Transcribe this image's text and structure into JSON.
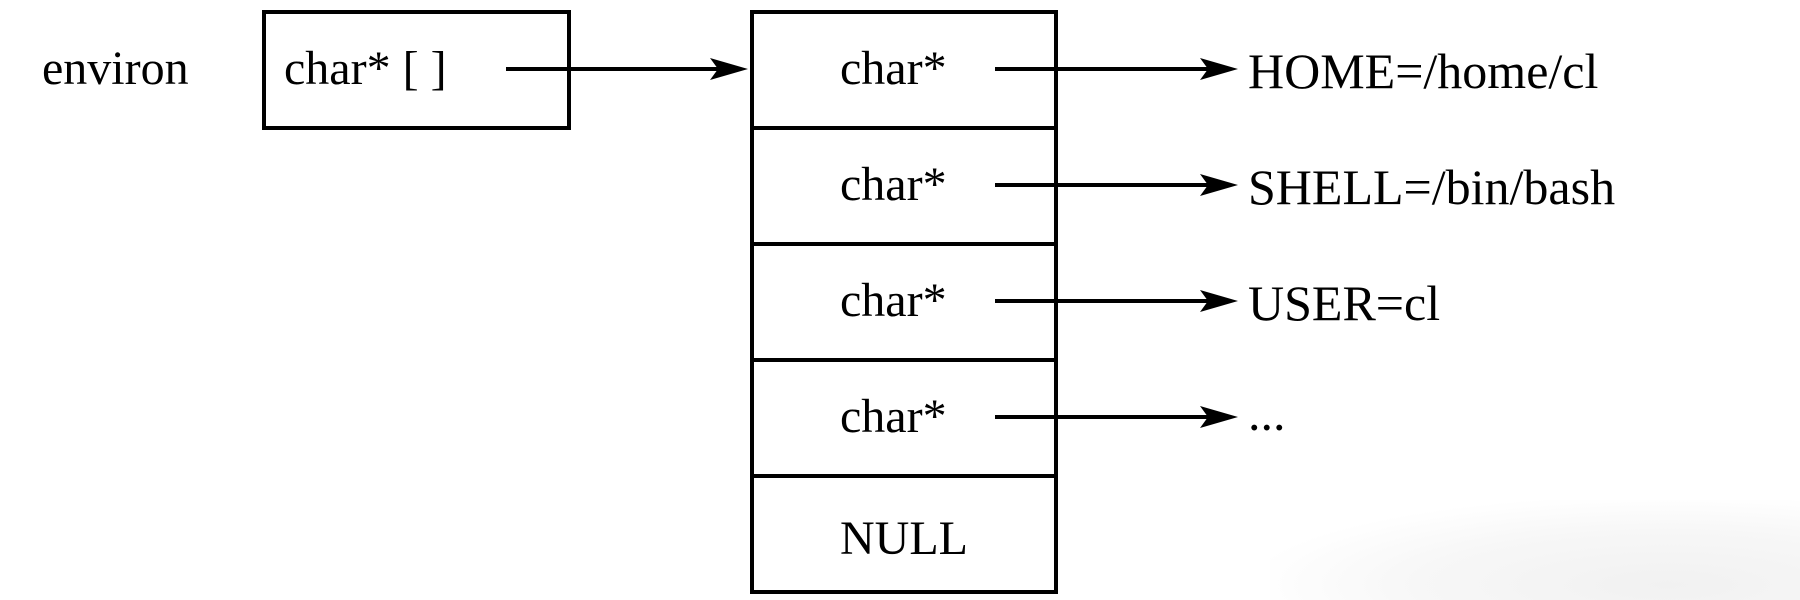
{
  "variable_label": "environ",
  "pointer_box_label": "char* [ ]",
  "array_cells": [
    {
      "label": "char*",
      "target": "HOME=/home/cl"
    },
    {
      "label": "char*",
      "target": "SHELL=/bin/bash"
    },
    {
      "label": "char*",
      "target": "USER=cl"
    },
    {
      "label": "char*",
      "target": "..."
    },
    {
      "label": "NULL",
      "target": ""
    }
  ],
  "colors": {
    "stroke": "#000000",
    "text": "#000000",
    "background": "#ffffff"
  }
}
